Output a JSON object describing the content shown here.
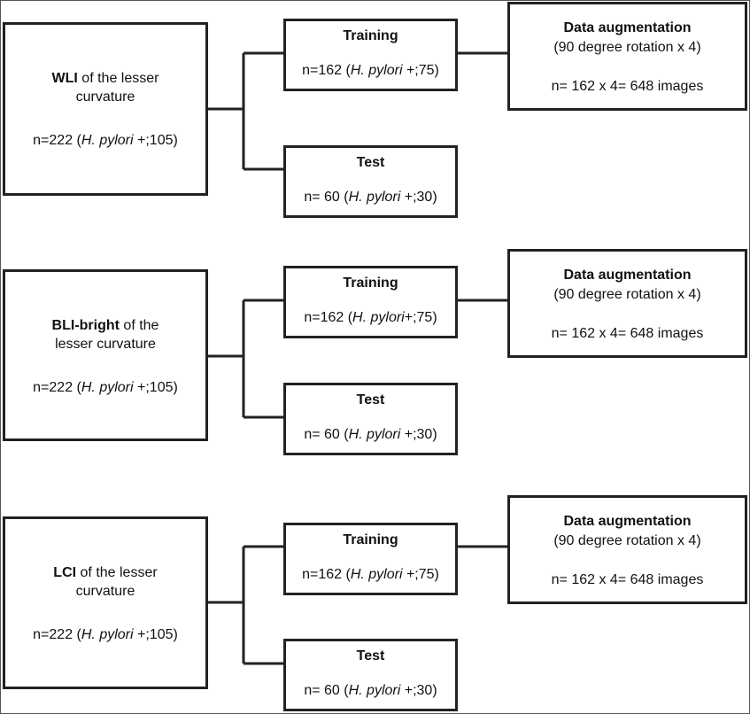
{
  "groups": [
    {
      "source": {
        "bold": "WLI",
        "rest1": " of the lesser",
        "rest2": "curvature",
        "n_prefix": "n=222 (",
        "n_italic": "H. pylori",
        "n_suffix": " +;105)"
      },
      "training": {
        "title": "Training",
        "n_prefix": "n=162 (",
        "n_italic": "H. pylori",
        "n_suffix": " +;75)"
      },
      "test": {
        "title": "Test",
        "n_prefix": "n= 60 (",
        "n_italic": "H. pylori",
        "n_suffix": " +;30)"
      },
      "augmentation": {
        "title": "Data augmentation",
        "rotation": "(90 degree rotation x 4)",
        "images": "n= 162 x 4= 648 images"
      }
    },
    {
      "source": {
        "bold": "BLI-bright",
        "rest1": " of the",
        "rest2": "lesser curvature",
        "n_prefix": "n=222 (",
        "n_italic": "H. pylori",
        "n_suffix": " +;105)"
      },
      "training": {
        "title": "Training",
        "n_prefix": "n=162 (",
        "n_italic": "H. pylori",
        "n_suffix": "+;75)"
      },
      "test": {
        "title": "Test",
        "n_prefix": "n= 60 (",
        "n_italic": "H. pylori",
        "n_suffix": " +;30)"
      },
      "augmentation": {
        "title": "Data augmentation",
        "rotation": "(90 degree rotation x 4)",
        "images": "n= 162 x 4= 648 images"
      }
    },
    {
      "source": {
        "bold": "LCI",
        "rest1": " of the lesser",
        "rest2": "curvature",
        "n_prefix": "n=222 (",
        "n_italic": "H. pylori",
        "n_suffix": " +;105)"
      },
      "training": {
        "title": "Training",
        "n_prefix": "n=162 (",
        "n_italic": "H. pylori",
        "n_suffix": " +;75)"
      },
      "test": {
        "title": "Test",
        "n_prefix": "n= 60 (",
        "n_italic": "H. pylori",
        "n_suffix": " +;30)"
      },
      "augmentation": {
        "title": "Data augmentation",
        "rotation": "(90 degree rotation x 4)",
        "images": "n= 162 x 4= 648 images"
      }
    }
  ]
}
